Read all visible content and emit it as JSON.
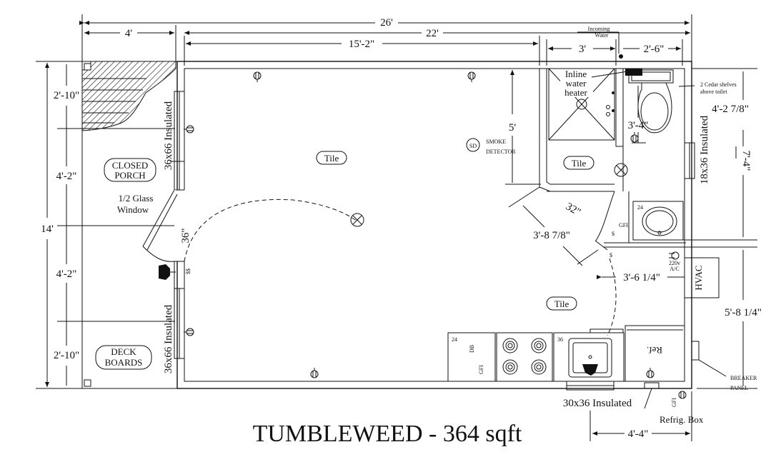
{
  "title": "TUMBLEWEED - 364 sqft",
  "dims": {
    "overall_width": "26'",
    "porch_width": "4'",
    "house_width": "22'",
    "main_room_width": "15'-2\"",
    "shower_width": "3'",
    "toilet_width": "2'-6\"",
    "overall_height": "14'",
    "left_seg1": "2'-10\"",
    "left_seg2": "4'-2\"",
    "left_seg3": "4'-2\"",
    "left_seg4": "2'-10\"",
    "five_ft": "5'",
    "three_four": "3'-4\"",
    "door_32": "32\"",
    "diag_3_8_7_8": "3'-8 7/8\"",
    "kitchen_3_6": "3'-6 1/4\"",
    "right_4_2_7_8": "4'-2 7/8\"",
    "right_7_4": "7'-4\"",
    "right_5_8": "5'-8 1/4\"",
    "bottom_4_4": "4'-4\"",
    "door_36": "36\""
  },
  "labels": {
    "incoming_water_1": "Incoming",
    "incoming_water_2": "Water",
    "inline_1": "Inline",
    "inline_2": "water",
    "inline_3": "heater",
    "cedar_1": "2 Cedar shelves",
    "cedar_2": "above toilet",
    "closed_porch_1": "CLOSED",
    "closed_porch_2": "PORCH",
    "glass_1": "1/2 Glass",
    "glass_2": "Window",
    "deck_1": "DECK",
    "deck_2": "BOARDS",
    "tile": "Tile",
    "smoke_sd": "SD",
    "smoke_1": "SMOKE",
    "smoke_2": "DETECTOR",
    "window_left_top": "36x66 Insulated",
    "window_left_bottom": "36x66 Insulated",
    "window_right": "18x36 Insulated",
    "window_bottom": "30x36 Insulated",
    "hvac": "HVAC",
    "ref": "Ref.",
    "db": "DB",
    "gfi": "GFI",
    "counter_24": "24",
    "sink_36": "36",
    "vanity_24": "24",
    "ac_1": "220v",
    "ac_2": "A/C",
    "breaker_1": "BREAKER",
    "breaker_2": "PANEL",
    "refrig_box": "Refrig. Box",
    "switch": "$",
    "switch_double": "$$"
  }
}
